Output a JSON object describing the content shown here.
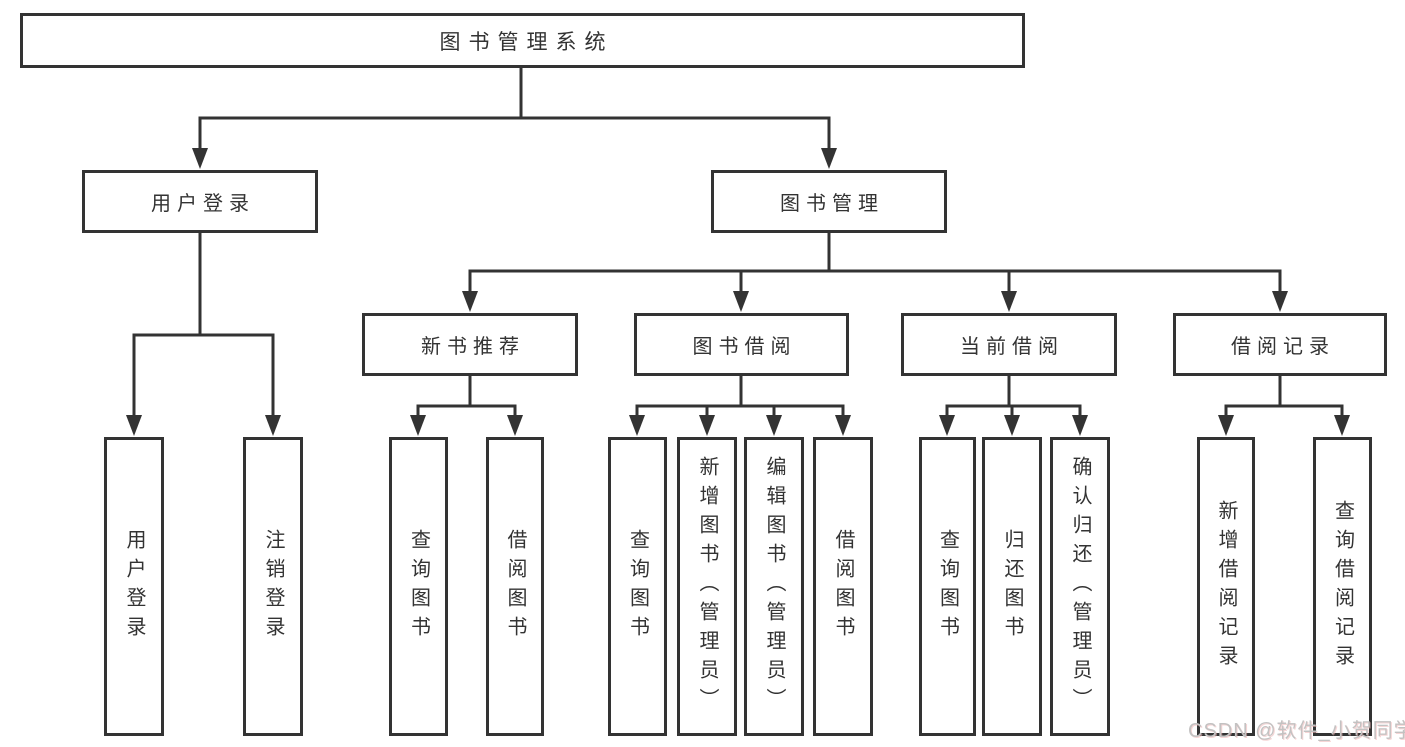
{
  "diagram": {
    "root": {
      "label": "图书管理系统"
    },
    "level2": [
      {
        "id": "user-login",
        "label": "用户登录"
      },
      {
        "id": "book-management",
        "label": "图书管理"
      }
    ],
    "level3": [
      {
        "id": "new-book-recommend",
        "label": "新书推荐"
      },
      {
        "id": "book-borrowing",
        "label": "图书借阅"
      },
      {
        "id": "current-borrowing",
        "label": "当前借阅"
      },
      {
        "id": "borrowing-records",
        "label": "借阅记录"
      }
    ],
    "leaves": {
      "user_login": [
        {
          "label": "用户登录"
        },
        {
          "label": "注销登录"
        }
      ],
      "new_book": [
        {
          "label": "查询图书"
        },
        {
          "label": "借阅图书"
        }
      ],
      "book_borrow": [
        {
          "label": "查询图书"
        },
        {
          "label": "新增图书（管理员）"
        },
        {
          "label": "编辑图书（管理员）"
        },
        {
          "label": "借阅图书"
        }
      ],
      "current_borrow": [
        {
          "label": "查询图书"
        },
        {
          "label": "归还图书"
        },
        {
          "label": "确认归还（管理员）"
        }
      ],
      "borrow_record": [
        {
          "label": "新增借阅记录"
        },
        {
          "label": "查询借阅记录"
        }
      ]
    },
    "watermark": "CSDN @软件_小贺同学",
    "colors": {
      "line": "#333333",
      "text": "#333333",
      "box_background": "#ffffff",
      "page_background": "#ffffff",
      "watermark": "#c3c2c2"
    }
  }
}
